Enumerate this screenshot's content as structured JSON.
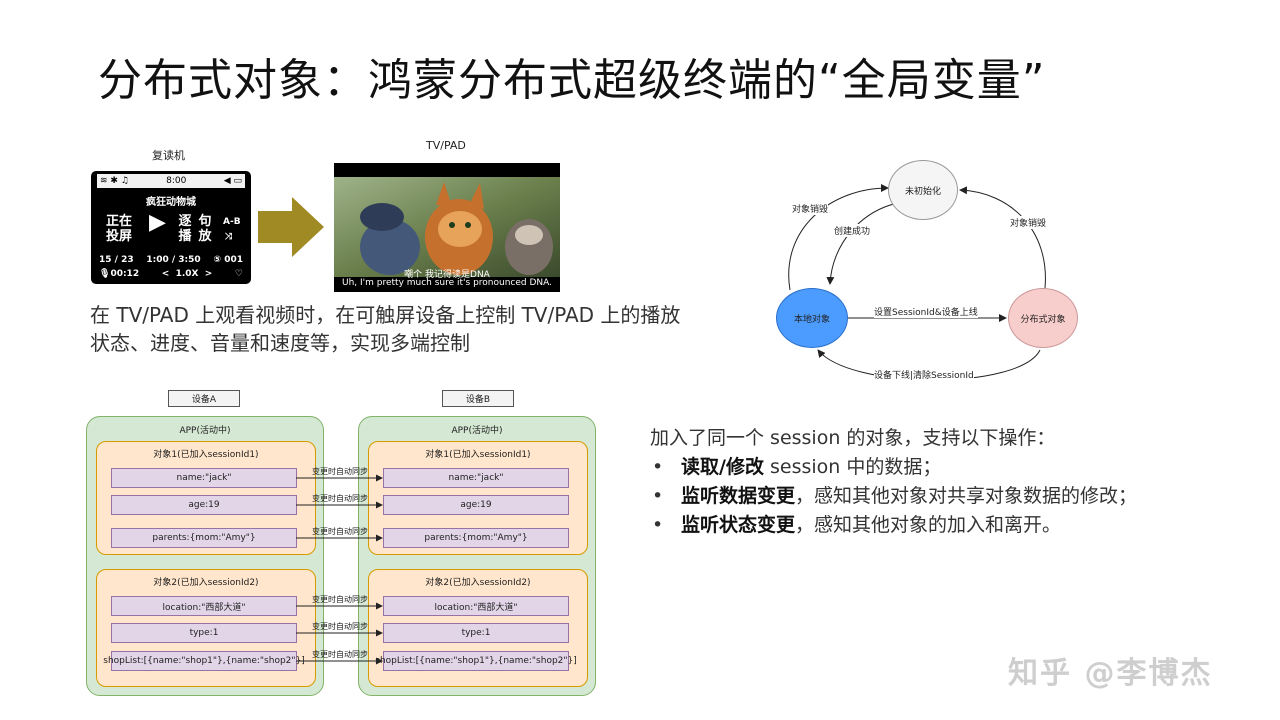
{
  "title": "分布式对象：鸿蒙分布式超级终端的“全局变量”",
  "media": {
    "device_caption": "复读机",
    "device": {
      "time": "8:00",
      "song": "疯狂动物城",
      "playing": "正在投屏",
      "mode1": "逐播",
      "mode2": "句放",
      "ab": "A-B",
      "track": "15 / 23",
      "progress": "1:00 / 3:50",
      "count": "001",
      "elapsed": "00:12",
      "speed": "1.0X"
    },
    "tv_caption": "TV/PAD",
    "subtitle_cn": "嘲个 我记得读是DNA",
    "subtitle_en": "Uh, I'm pretty much sure it's pronounced DNA.",
    "description": "在 TV/PAD 上观看视频时，在可触屏设备上控制 TV/PAD 上的播放状态、进度、音量和速度等，实现多端控制"
  },
  "state_diagram": {
    "nodes": {
      "uninit": "未初始化",
      "local": "本地对象",
      "distributed": "分布式对象"
    },
    "edges": {
      "destroy_left": "对象销毁",
      "create_success": "创建成功",
      "destroy_right": "对象销毁",
      "go_online": "设置SessionId&设备上线",
      "go_offline": "设备下线|清除SessionId"
    },
    "colors": {
      "uninit_fill": "#f5f5f5",
      "local_fill": "#4c9bff",
      "distributed_fill": "#f8cecc"
    }
  },
  "sync_diagram": {
    "device_a": "设备A",
    "device_b": "设备B",
    "app_title": "APP(活动中)",
    "object1_title": "对象1(已加入sessionId1)",
    "object2_title": "对象2(已加入sessionId2)",
    "object1_fields": [
      "name:\"jack\"",
      "age:19",
      "parents:{mom:\"Amy\"}"
    ],
    "object2_fields": [
      "location:\"西部大道\"",
      "type:1",
      "shopList:[{name:\"shop1\"},{name:\"shop2\"}]"
    ],
    "sync_label": "变更时自动同步"
  },
  "operations": {
    "intro": "加入了同一个 session 的对象，支持以下操作：",
    "items": [
      {
        "bold": "读取/修改",
        "rest": " session 中的数据；"
      },
      {
        "bold": "监听数据变更",
        "rest": "，感知其他对象对共享对象数据的修改；"
      },
      {
        "bold": "监听状态变更",
        "rest": "，感知其他对象的加入和离开。"
      }
    ]
  },
  "watermark": "知乎 @李博杰"
}
